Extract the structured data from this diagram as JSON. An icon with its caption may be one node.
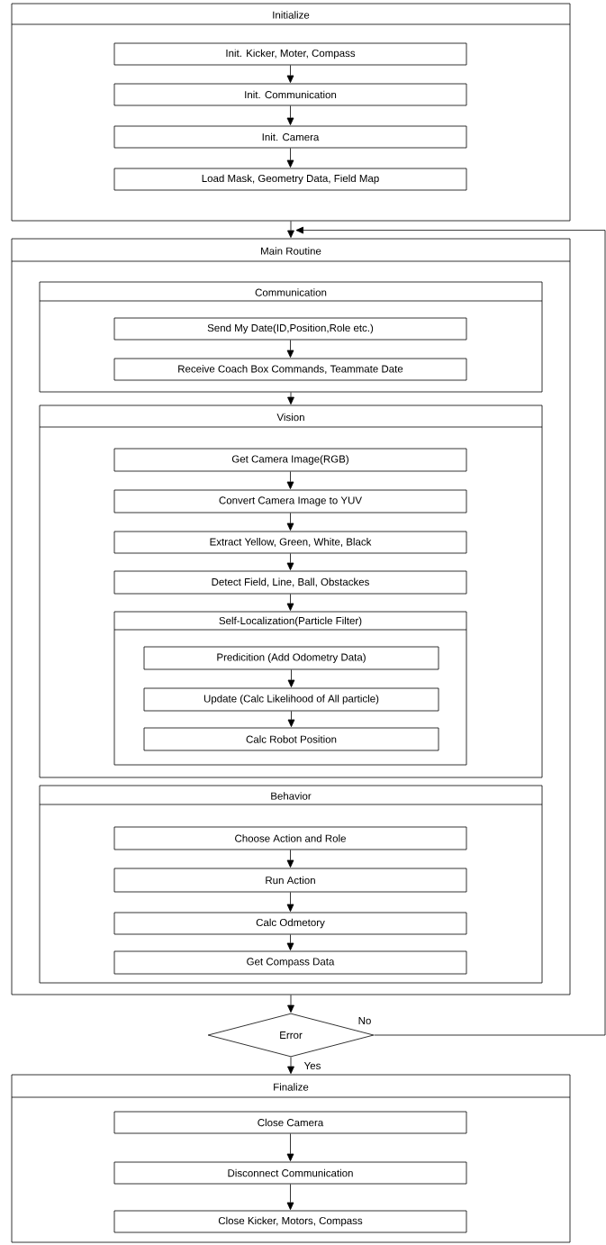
{
  "diagram": {
    "nodes": [
      {
        "text": [
          "Initialize"
        ]
      },
      {
        "text": [
          "Init. Kicker, Moter, Compass"
        ],
        "in": 0
      },
      {
        "text": [
          "Init. Communication"
        ],
        "in": 0
      },
      {
        "text": [
          "Init. Camera"
        ],
        "in": 0
      },
      {
        "text": [
          "Load Mask, Geometry Data, Field Map"
        ],
        "in": 0
      },
      {
        "text": [
          "Main Routine"
        ]
      },
      {
        "text": [
          "Communication"
        ],
        "in": 5
      },
      {
        "text": [
          "Send My Date(ID,Position,Role etc.)"
        ],
        "in": 6
      },
      {
        "text": [
          "Receive Coach Box Commands, Teammate Date"
        ],
        "in": 6
      },
      {
        "text": [
          "Vision"
        ],
        "in": 5
      },
      {
        "text": [
          "Get Camera Image(RGB)"
        ],
        "in": 9
      },
      {
        "text": [
          "Convert Camera Image to YUV"
        ],
        "in": 9
      },
      {
        "text": [
          "Extract Yellow, Green, White, Black"
        ],
        "in": 9
      },
      {
        "text": [
          "Detect Field, Line, Ball, Obstackes"
        ],
        "in": 9
      },
      {
        "text": [
          "Self-Localization(Particle Filter)"
        ],
        "in": 9
      },
      {
        "text": [
          "Predicition (Add Odometry Data)"
        ],
        "in": 14
      },
      {
        "text": [
          "Update (Calc Likelihood of All particle)"
        ],
        "in": 14
      },
      {
        "text": [
          "Calc Robot Position"
        ],
        "in": 14
      },
      {
        "text": [
          "Behavior"
        ],
        "in": 5
      },
      {
        "text": [
          "Choose Action and Role"
        ],
        "in": 18
      },
      {
        "text": [
          "Run Action"
        ],
        "in": 18
      },
      {
        "text": [
          "Calc Odmetory"
        ],
        "in": 18
      },
      {
        "text": [
          "Get Compass Data"
        ],
        "in": 18
      },
      {
        "text": [
          "Error"
        ]
      },
      {
        "text": [
          "Finalize"
        ]
      },
      {
        "text": [
          "Close Camera"
        ],
        "in": 24
      },
      {
        "text": [
          "Disconnect Communication"
        ],
        "in": 24
      },
      {
        "text": [
          "Close Kicker, Motors, Compass"
        ],
        "in": 24
      }
    ],
    "edges": [
      {
        "from": 1,
        "to": 2,
        "arrow": "to"
      },
      {
        "from": 2,
        "to": 3,
        "arrow": "to"
      },
      {
        "from": 3,
        "to": 4,
        "arrow": "to"
      },
      {
        "from": 0,
        "to": 5,
        "arrow": "to"
      },
      {
        "from": 7,
        "to": 8,
        "arrow": "to"
      },
      {
        "from": 6,
        "to": 9,
        "arrow": "to"
      },
      {
        "from": 10,
        "to": 11,
        "arrow": "to"
      },
      {
        "from": 11,
        "to": 12,
        "arrow": "to"
      },
      {
        "from": 12,
        "to": 13,
        "arrow": "to"
      },
      {
        "from": 13,
        "to": 14,
        "arrow": "to"
      },
      {
        "from": 15,
        "to": 16,
        "arrow": "to"
      },
      {
        "from": 16,
        "to": 17,
        "arrow": "to"
      },
      {
        "from": 19,
        "to": 20,
        "arrow": "to"
      },
      {
        "from": 20,
        "to": 21,
        "arrow": "to"
      },
      {
        "from": 21,
        "to": 22,
        "arrow": "to"
      },
      {
        "from": 5,
        "to": 23,
        "arrow": "to"
      },
      {
        "from": 23,
        "to": 24,
        "arrow": "to",
        "label": "Yes"
      },
      {
        "from": 23,
        "to": 5,
        "arrow": "to",
        "label": "No"
      },
      {
        "from": 25,
        "to": 26,
        "arrow": "to"
      },
      {
        "from": 26,
        "to": 27,
        "arrow": "to"
      }
    ]
  }
}
